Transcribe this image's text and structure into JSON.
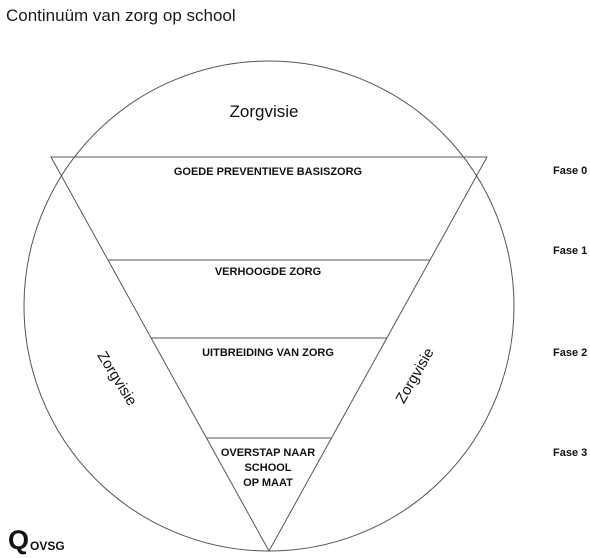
{
  "title": "Continuüm van zorg op school",
  "circle": {
    "top_label": "Zorgvisie",
    "left_label": "Zorgvisie",
    "right_label": "Zorgvisie"
  },
  "bands": [
    {
      "label_lines": [
        "GOEDE PREVENTIEVE BASISZORG"
      ]
    },
    {
      "label_lines": [
        "VERHOOGDE ZORG"
      ]
    },
    {
      "label_lines": [
        "UITBREIDING VAN ZORG"
      ]
    },
    {
      "label_lines": [
        "OVERSTAP NAAR",
        "SCHOOL",
        "OP MAAT"
      ]
    }
  ],
  "phases": [
    "Fase 0",
    "Fase 1",
    "Fase 2",
    "Fase 3"
  ],
  "logo": {
    "letter": "Q",
    "text": "OVSG"
  }
}
